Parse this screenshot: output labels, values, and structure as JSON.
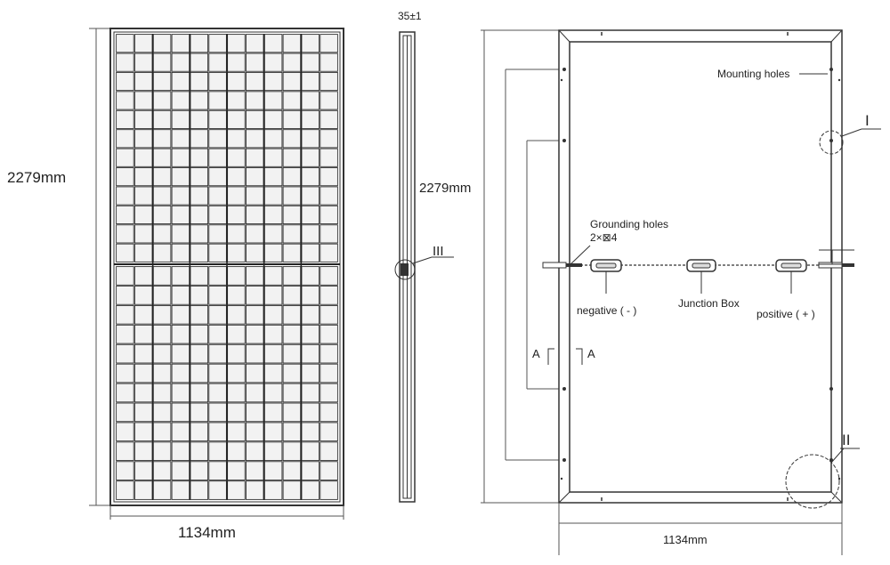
{
  "front_view": {
    "height_label": "2279mm",
    "width_label": "1134mm",
    "cell_rows_per_half": 12,
    "cell_columns": 12
  },
  "side_view": {
    "thickness_label": "35±1",
    "height_label": "2279mm",
    "detail_marker": "III"
  },
  "rear_view": {
    "mounting_holes_label": "Mounting holes",
    "grounding_holes_label": "Grounding holes",
    "grounding_holes_spec": "2×⊠4",
    "negative_label": "negative ( - )",
    "junction_box_label": "Junction Box",
    "positive_label": "positive ( + )",
    "section_mark_left": "A",
    "section_mark_right": "A",
    "detail_marker_1": "I",
    "detail_marker_2": "II",
    "width_label": "1134mm"
  },
  "colors": {
    "line": "#333333",
    "cell_fill": "#f2f2f2",
    "frame_fill": "#e9e9e9"
  }
}
